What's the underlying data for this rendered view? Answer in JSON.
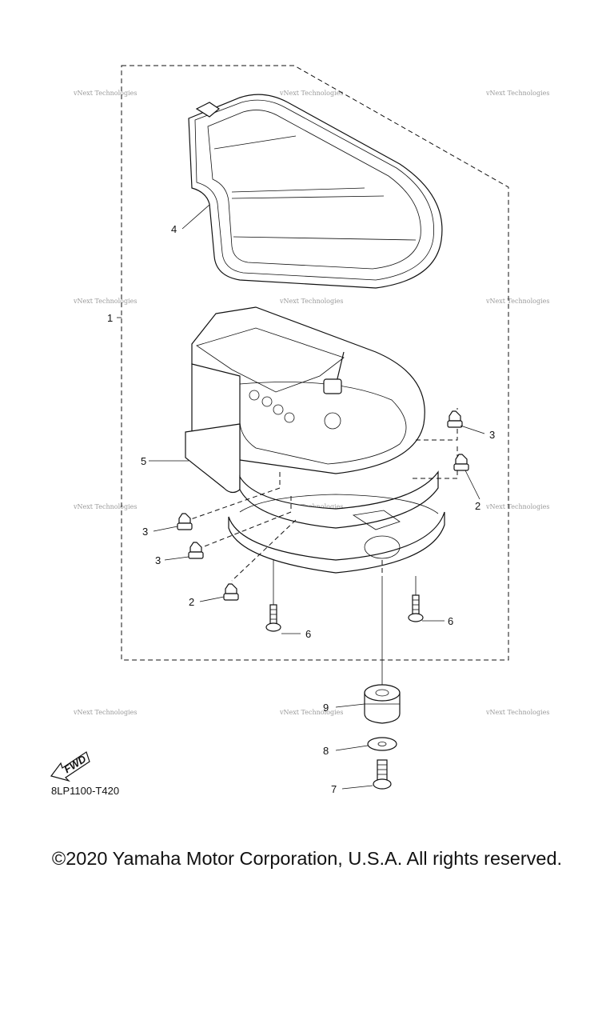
{
  "diagram": {
    "callouts": [
      {
        "id": "1",
        "label": "1"
      },
      {
        "id": "2a",
        "label": "2"
      },
      {
        "id": "2b",
        "label": "2"
      },
      {
        "id": "3a",
        "label": "3"
      },
      {
        "id": "3b",
        "label": "3"
      },
      {
        "id": "3c",
        "label": "3"
      },
      {
        "id": "4",
        "label": "4"
      },
      {
        "id": "5",
        "label": "5"
      },
      {
        "id": "6a",
        "label": "6"
      },
      {
        "id": "6b",
        "label": "6"
      },
      {
        "id": "7",
        "label": "7"
      },
      {
        "id": "8",
        "label": "8"
      },
      {
        "id": "9",
        "label": "9"
      }
    ],
    "fwd_label": "FWD",
    "diagram_code": "8LP1100-T420",
    "watermark": "vNext Technologies"
  },
  "footer": {
    "copyright": "©2020 Yamaha Motor Corporation, U.S.A. All rights reserved."
  }
}
